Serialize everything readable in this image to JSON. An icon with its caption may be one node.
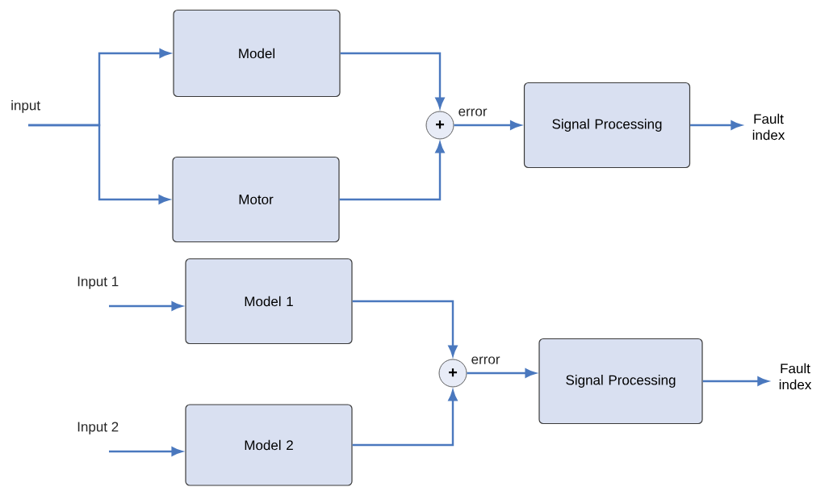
{
  "diagram": {
    "nodes": [
      {
        "text": [
          "input"
        ]
      },
      {
        "text": [
          "Model"
        ]
      },
      {
        "text": [
          "Motor"
        ]
      },
      {
        "text": [
          "+"
        ]
      },
      {
        "text": [
          "Signal Processing"
        ]
      },
      {
        "text": [
          "Fault index"
        ]
      },
      {
        "text": [
          "Input 1"
        ]
      },
      {
        "text": [
          "Model 1"
        ]
      },
      {
        "text": [
          "Input 2"
        ]
      },
      {
        "text": [
          "Model 2"
        ]
      },
      {
        "text": [
          "+"
        ]
      },
      {
        "text": [
          "Signal Processing"
        ]
      },
      {
        "text": [
          "Fault index"
        ]
      }
    ],
    "edges": [
      {
        "from": 0,
        "to": 1,
        "arrow": "to"
      },
      {
        "from": 0,
        "to": 2,
        "arrow": "to"
      },
      {
        "from": 1,
        "to": 3,
        "arrow": "to"
      },
      {
        "from": 2,
        "to": 3,
        "arrow": "to"
      },
      {
        "from": 3,
        "to": 4,
        "arrow": "to",
        "label": "error"
      },
      {
        "from": 4,
        "to": 5,
        "arrow": "to"
      },
      {
        "from": 6,
        "to": 7,
        "arrow": "to"
      },
      {
        "from": 8,
        "to": 9,
        "arrow": "to"
      },
      {
        "from": 7,
        "to": 10,
        "arrow": "to"
      },
      {
        "from": 9,
        "to": 10,
        "arrow": "to"
      },
      {
        "from": 10,
        "to": 11,
        "arrow": "to",
        "label": "error"
      },
      {
        "from": 11,
        "to": 12,
        "arrow": "to"
      }
    ]
  }
}
